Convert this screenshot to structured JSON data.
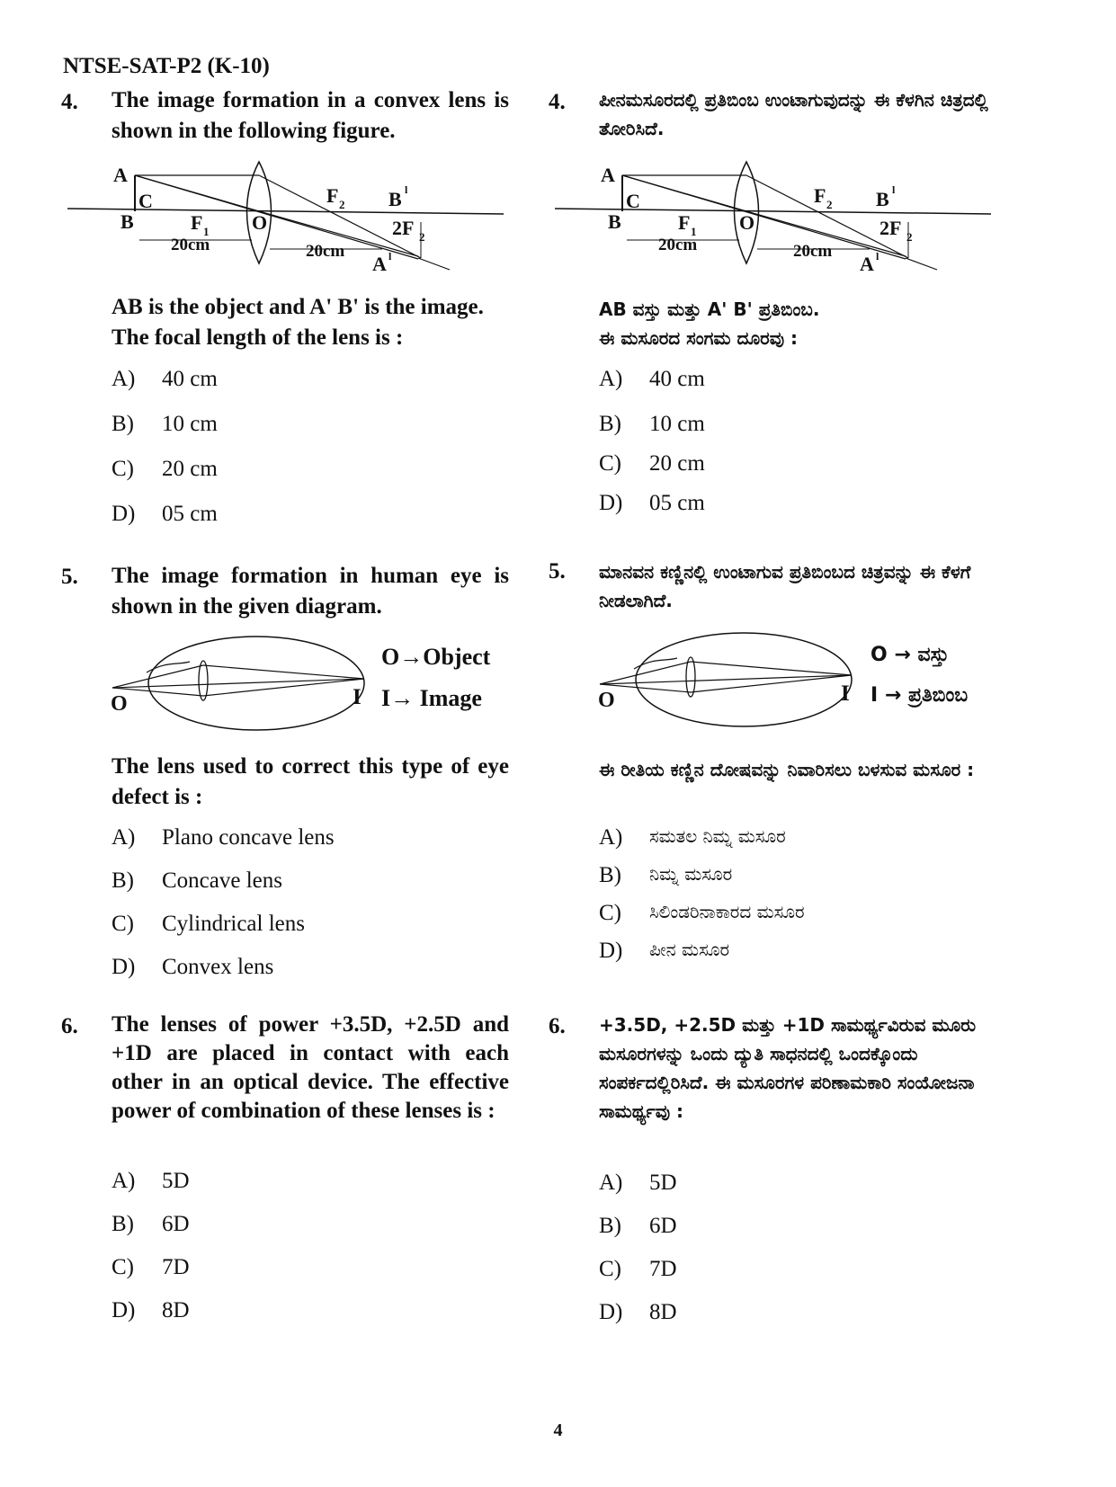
{
  "header": "NTSE-SAT-P2 (K-10)",
  "page_number": "4",
  "q4": {
    "num": "4.",
    "en_text": "The image formation in a convex lens is shown in the following figure.",
    "kn_text": "ಪೀನಮಸೂರದಲ್ಲಿ ಪ್ರತಿಬಿಂಬ ಉಂಟಾಗುವುದನ್ನು ಈ ಕೆಳಗಿನ ಚಿತ್ರದಲ್ಲಿ ತೋರಿಸಿದೆ.",
    "en_after_1": "AB is the object and A' B' is the image.",
    "en_after_2": "The focal length of the lens is :",
    "kn_after_1": "AB ವಸ್ತು ಮತ್ತು A' B' ಪ್ರತಿಬಿಂಬ.",
    "kn_after_2": "ಈ ಮಸೂರದ ಸಂಗಮ ದೂರವು :",
    "options": [
      {
        "label": "A)",
        "value": "40 cm"
      },
      {
        "label": "B)",
        "value": "10 cm"
      },
      {
        "label": "C)",
        "value": "20 cm"
      },
      {
        "label": "D)",
        "value": "05 cm"
      }
    ],
    "fig": {
      "A": "A",
      "B": "B",
      "C": "C",
      "F": "F",
      "sub1": "1",
      "sub2": "2",
      "O": "O",
      "Bp": "B",
      "Ap": "A",
      "prime": "l",
      "twoF": "2F",
      "d1": "20cm",
      "d2": "20cm"
    }
  },
  "q5": {
    "num": "5.",
    "en_text": "The image formation in human eye is shown in the given diagram.",
    "kn_text": "ಮಾನವನ ಕಣ್ಣಿನಲ್ಲಿ ಉಂಟಾಗುವ ಪ್ರತಿಬಿಂಬದ ಚಿತ್ರವನ್ನು ಈ ಕೆಳಗೆ ನೀಡಲಾಗಿದೆ.",
    "en_legend_o": "O→Object",
    "en_legend_i": "I→ Image",
    "kn_legend_o": "O → ವಸ್ತು",
    "kn_legend_i": "I → ಪ್ರತಿಬಿಂಬ",
    "fig_O": "O",
    "fig_I": "I",
    "en_after": "The lens used to correct this type of eye defect is :",
    "kn_after": "ಈ ರೀತಿಯ ಕಣ್ಣಿನ ದೋಷವನ್ನು ನಿವಾರಿಸಲು ಬಳಸುವ ಮಸೂರ :",
    "options_en": [
      {
        "label": "A)",
        "value": "Plano concave lens"
      },
      {
        "label": "B)",
        "value": "Concave lens"
      },
      {
        "label": "C)",
        "value": "Cylindrical lens"
      },
      {
        "label": "D)",
        "value": "Convex lens"
      }
    ],
    "options_kn": [
      {
        "label": "A)",
        "value": "ಸಮತಲ ನಿಮ್ನ ಮಸೂರ"
      },
      {
        "label": "B)",
        "value": "ನಿಮ್ನ ಮಸೂರ"
      },
      {
        "label": "C)",
        "value": "ಸಿಲಿಂಡರಿನಾಕಾರದ ಮಸೂರ"
      },
      {
        "label": "D)",
        "value": "ಪೀನ ಮಸೂರ"
      }
    ]
  },
  "q6": {
    "num": "6.",
    "en_text": "The lenses of power +3.5D, +2.5D and +1D are placed in contact with each other in an optical device. The effective power of combination of these lenses is :",
    "kn_text": "+3.5D, +2.5D ಮತ್ತು +1D ಸಾಮರ್ಥ್ಯವಿರುವ ಮೂರು ಮಸೂರಗಳನ್ನು ಒಂದು ದ್ಯುತಿ ಸಾಧನದಲ್ಲಿ ಒಂದಕ್ಕೊಂದು ಸಂಪರ್ಕದಲ್ಲಿರಿಸಿದೆ. ಈ ಮಸೂರಗಳ ಪರಿಣಾಮಕಾರಿ ಸಂಯೋಜನಾ ಸಾಮರ್ಥ್ಯವು :",
    "options": [
      {
        "label": "A)",
        "value": "5D"
      },
      {
        "label": "B)",
        "value": "6D"
      },
      {
        "label": "C)",
        "value": "7D"
      },
      {
        "label": "D)",
        "value": "8D"
      }
    ]
  }
}
